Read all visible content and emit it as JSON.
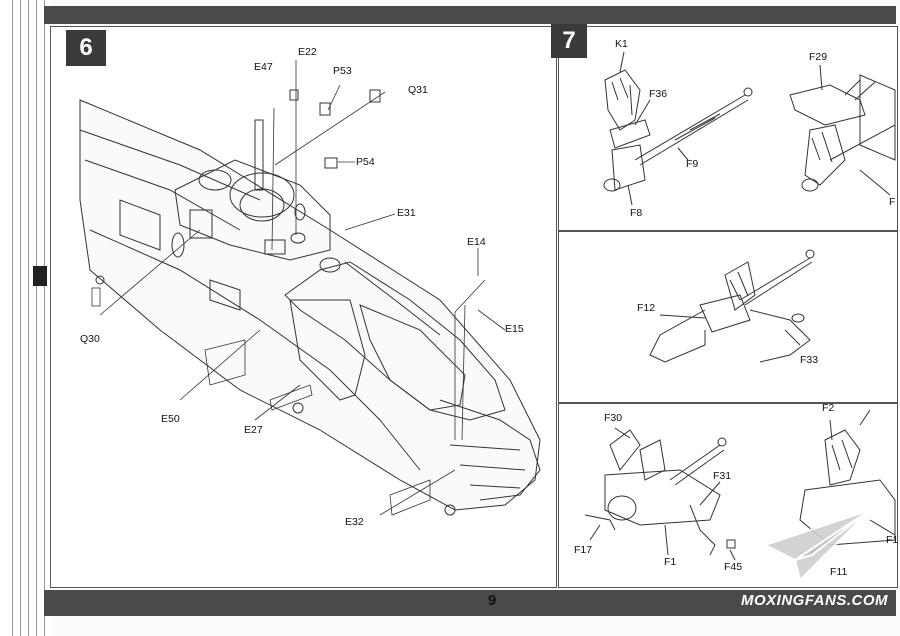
{
  "page_number": "9",
  "watermark": "MOXINGFANS.COM",
  "step6": {
    "number": "6",
    "labels": {
      "e47": "E47",
      "e22": "E22",
      "p53": "P53",
      "q31": "Q31",
      "p54": "P54",
      "e31": "E31",
      "e14": "E14",
      "e15": "E15",
      "q30": "Q30",
      "e50": "E50",
      "e27": "E27",
      "e32": "E32"
    }
  },
  "step7": {
    "number": "7",
    "labels": {
      "k1": "K1",
      "f36": "F36",
      "f9": "F9",
      "f8": "F8",
      "f29": "F29",
      "f7": "F",
      "f12": "F12",
      "f33": "F33",
      "f30": "F30",
      "f31": "F31",
      "f17": "F17",
      "f1": "F1",
      "f45": "F45",
      "f2": "F2",
      "f1b": "F1",
      "f11": "F11"
    }
  }
}
